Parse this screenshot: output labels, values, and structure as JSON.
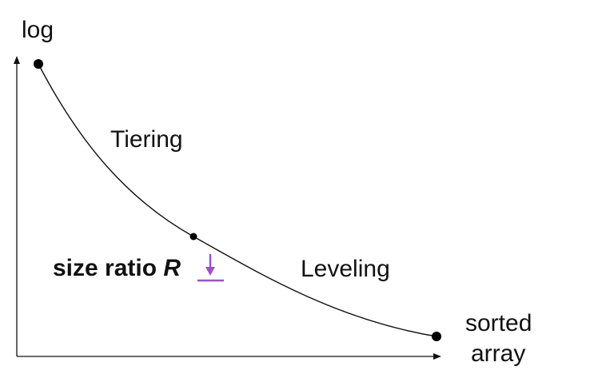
{
  "labels": {
    "y_axis": "log",
    "x_axis_line1": "sorted",
    "x_axis_line2": "array",
    "upper_region": "Tiering",
    "lower_region": "Leveling",
    "size_ratio_text": "size ratio ",
    "size_ratio_symbol": "R"
  },
  "colors": {
    "curve": "#111111",
    "axis": "#111111",
    "point": "#000000",
    "accent": "#9b4fd1"
  },
  "icons": {
    "decrease_marker": "down-arrow-with-bar-icon"
  }
}
